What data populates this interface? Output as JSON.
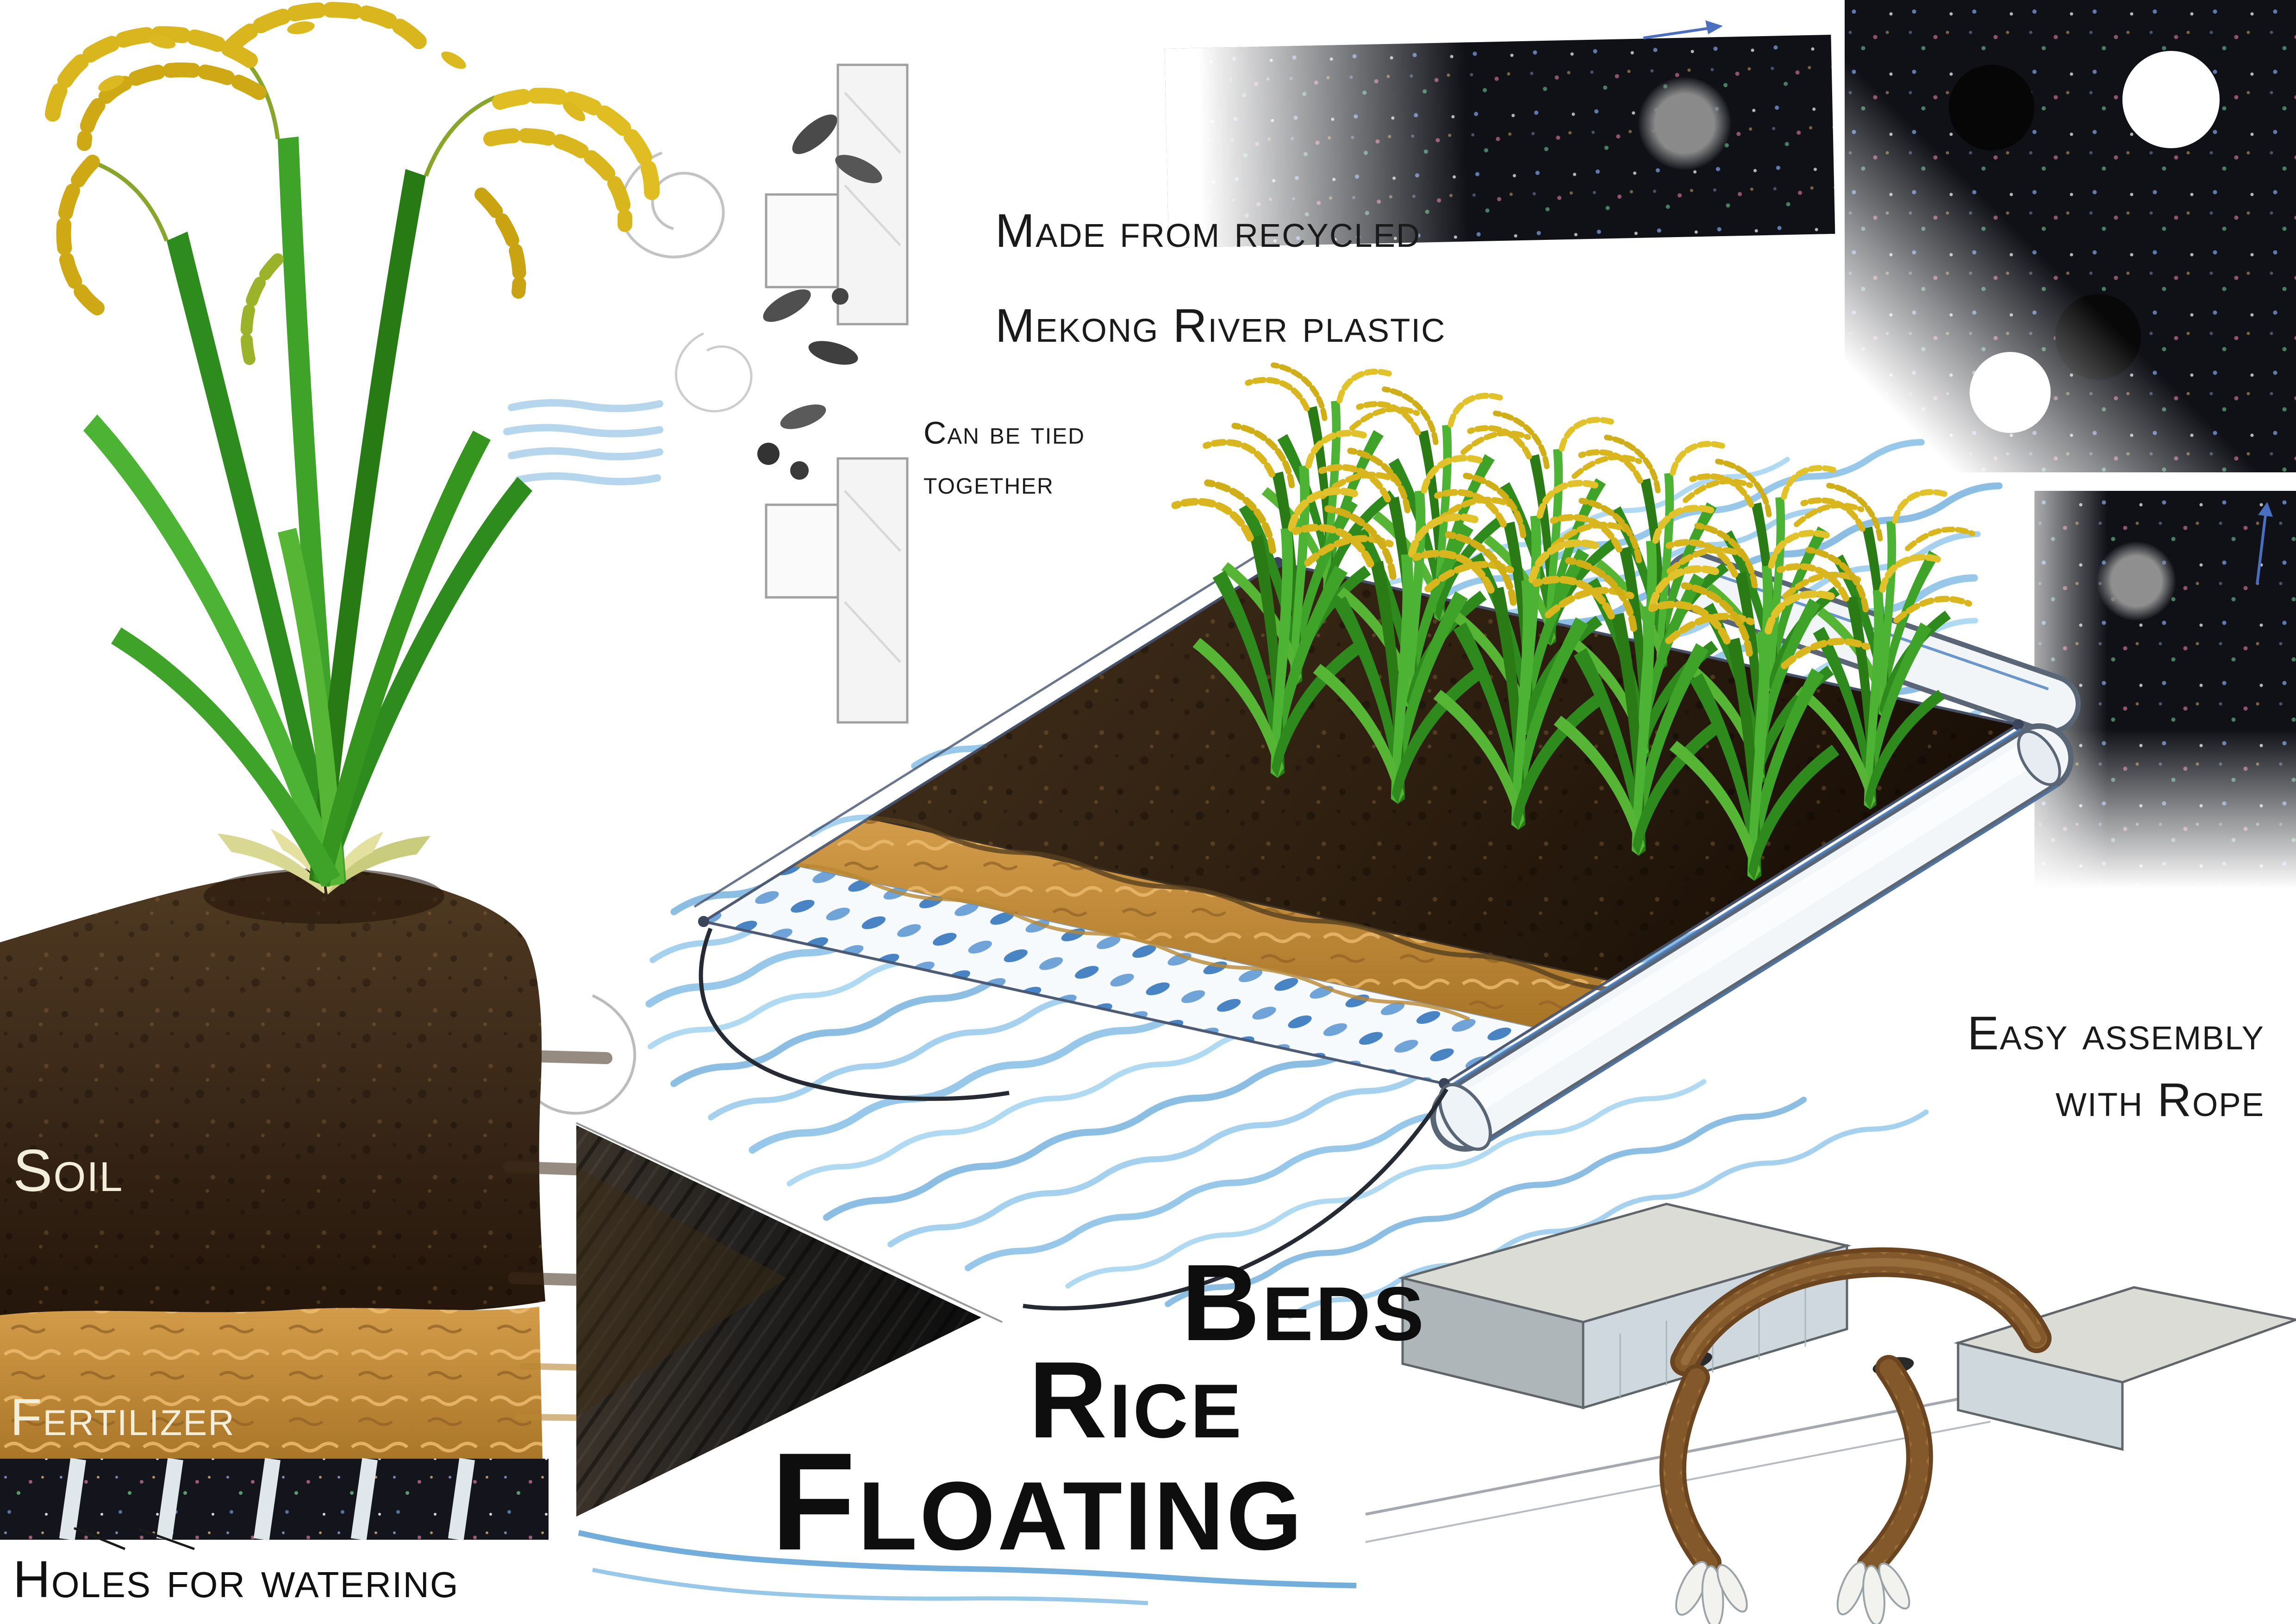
{
  "poster": {
    "made_from": {
      "line1": "Made from recycled",
      "line2": "Mekong River plastic"
    },
    "tied": {
      "line1": "Can be tied",
      "line2": "together"
    },
    "soil_label": "Soil",
    "fertilizer_label": "Fertilizer",
    "holes_label": "Holes for watering",
    "assembly": {
      "line1": "Easy assembly",
      "line2": "with Rope"
    },
    "title": {
      "top": "Beds",
      "middle": "Rice",
      "bottom": "Floating"
    }
  },
  "colors": {
    "water_blue": "#7fb8e0",
    "soil_brown": "#3a2715",
    "fertilizer_orange": "#c8923f",
    "plastic_dark": "#101218",
    "rope_brown": "#7d5228",
    "rice_leaf_green": "#3fa32a",
    "grain_yellow": "#d9b823",
    "sketch_arrow_blue": "#4a6fc0"
  }
}
